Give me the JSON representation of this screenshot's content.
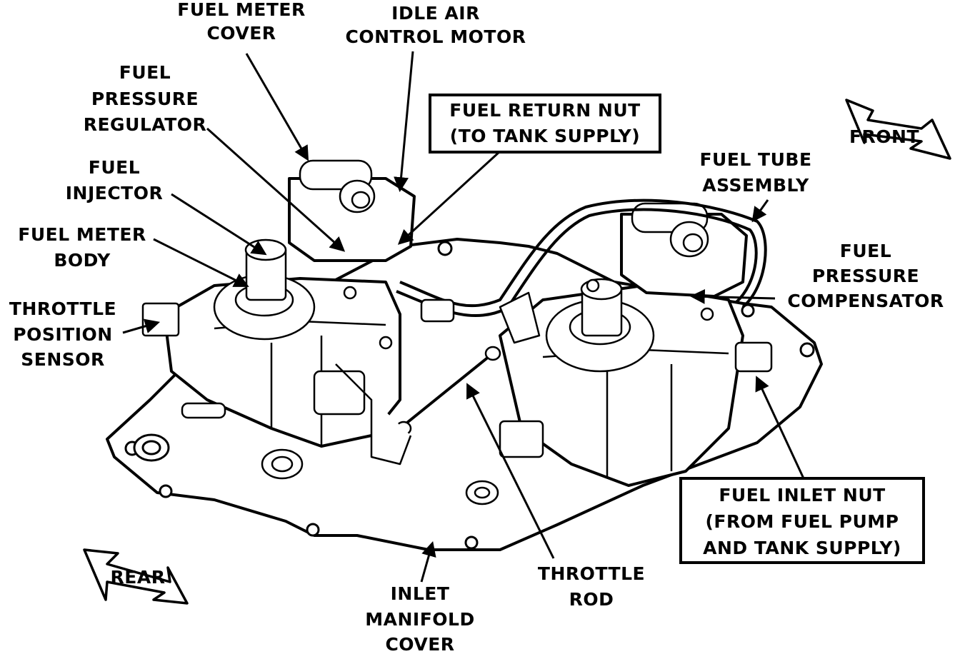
{
  "labels": {
    "fuel_meter_cover": [
      "FUEL METER",
      "COVER"
    ],
    "idle_air_control_motor": [
      "IDLE AIR",
      "CONTROL MOTOR"
    ],
    "fuel_pressure_regulator": [
      "FUEL",
      "PRESSURE",
      "REGULATOR"
    ],
    "fuel_return_nut": [
      "FUEL RETURN NUT",
      "(TO TANK SUPPLY)"
    ],
    "fuel_injector": [
      "FUEL",
      "INJECTOR"
    ],
    "fuel_meter_body": [
      "FUEL METER",
      "BODY"
    ],
    "throttle_position_sensor": [
      "THROTTLE",
      "POSITION",
      "SENSOR"
    ],
    "front": "FRONT",
    "fuel_tube_assembly": [
      "FUEL TUBE",
      "ASSEMBLY"
    ],
    "fuel_pressure_compensator": [
      "FUEL",
      "PRESSURE",
      "COMPENSATOR"
    ],
    "fuel_inlet_nut": [
      "FUEL INLET NUT",
      "(FROM FUEL PUMP",
      "AND TANK SUPPLY)"
    ],
    "rear": "REAR",
    "inlet_manifold_cover": [
      "INLET",
      "MANIFOLD",
      "COVER"
    ],
    "throttle_rod": [
      "THROTTLE",
      "ROD"
    ]
  },
  "colors": {
    "ink": "#000000",
    "paper": "#ffffff"
  }
}
